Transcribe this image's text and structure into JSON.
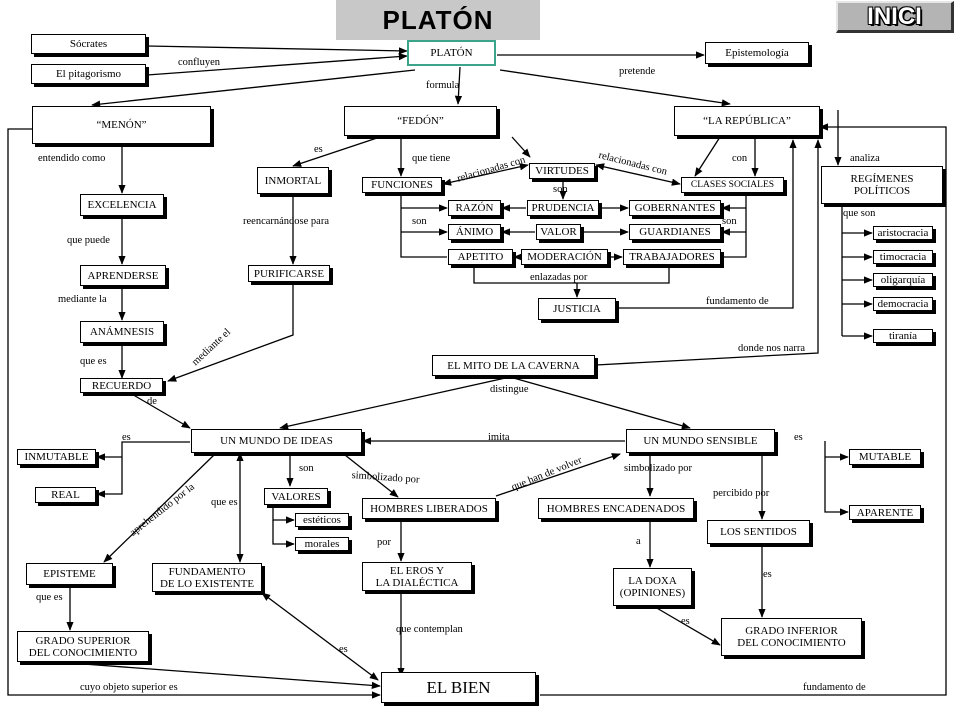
{
  "header": {
    "title": "PLATÓN",
    "inici_label": "INICI"
  },
  "nodes": {
    "socrates": "Sócrates",
    "pitagorismo": "El pitagorismo",
    "platon": "PLATÓN",
    "epistemologia": "Epistemología",
    "menon": "“MENÓN”",
    "fedon": "“FEDÓN”",
    "republica": "“LA REPÚBLICA”",
    "excelencia": "EXCELENCIA",
    "aprenderse": "APRENDERSE",
    "anamnesis": "ANÁMNESIS",
    "recuerdo": "RECUERDO",
    "inmortal": "INMORTAL",
    "purificarse": "PURIFICARSE",
    "funciones": "FUNCIONES",
    "virtudes": "VIRTUDES",
    "clases_sociales": "CLASES SOCIALES",
    "razon": "RAZÓN",
    "prudencia": "PRUDENCIA",
    "gobernantes": "GOBERNANTES",
    "animo": "ÁNIMO",
    "valor": "VALOR",
    "guardianes": "GUARDIANES",
    "apetito": "APETITO",
    "moderacion": "MODERACIÓN",
    "trabajadores": "TRABAJADORES",
    "justicia": "JUSTICIA",
    "regimenes": "REGÍMENES\nPOLÍTICOS",
    "aristocracia": "aristocracia",
    "timocracia": "timocracia",
    "oligarquia": "oligarquía",
    "democracia": "democracia",
    "tirania": "tiranía",
    "mito_caverna": "EL MITO DE LA CAVERNA",
    "mundo_ideas": "UN MUNDO DE IDEAS",
    "mundo_sensible": "UN MUNDO SENSIBLE",
    "inmutable": "INMUTABLE",
    "real": "REAL",
    "mutable": "MUTABLE",
    "aparente": "APARENTE",
    "valores": "VALORES",
    "esteticos": "estéticos",
    "morales": "morales",
    "hombres_liberados": "HOMBRES LIBERADOS",
    "hombres_encadenados": "HOMBRES ENCADENADOS",
    "los_sentidos": "LOS SENTIDOS",
    "episteme": "EPISTEME",
    "fundamento_existente": "FUNDAMENTO\nDE LO EXISTENTE",
    "eros_dialectica": "EL EROS Y\nLA DIALÉCTICA",
    "doxa": "LA DOXA\n(OPINIONES)",
    "grado_superior": "GRADO SUPERIOR\nDEL CONOCIMIENTO",
    "grado_inferior": "GRADO INFERIOR\nDEL CONOCIMIENTO",
    "el_bien": "EL BIEN"
  },
  "labels": {
    "confluyen": "confluyen",
    "formula": "formula",
    "pretende": "pretende",
    "entendido_como": "entendido como",
    "es_fedon": "es",
    "que_tiene": "que tiene",
    "relacionadas_con_1": "relacionadas con",
    "relacionadas_con_2": "relacionadas con",
    "con": "con",
    "analiza": "analiza",
    "son_virtudes": "son",
    "que_son": "que son",
    "que_puede": "que puede",
    "reencarnandose": "reencarnándose para",
    "son_left": "son",
    "son_right": "son",
    "enlazadas_por": "enlazadas por",
    "fundamento_de_just": "fundamento de",
    "mediante_la": "mediante la",
    "mediante_el": "mediante el",
    "que_es_anam": "que es",
    "donde_nos_narra": "donde nos narra",
    "de": "de",
    "distingue": "distingue",
    "es_left": "es",
    "imita": "imita",
    "es_right": "es",
    "son_valores": "son",
    "simbolizado_por_1": "simbolizado por",
    "que_han_de_volver": "que han de volver",
    "simbolizado_por_2": "simbolizado por",
    "aprehendido_por_la": "aprehendido por la",
    "que_es_fund": "que es",
    "percibido_por": "percibido por",
    "por": "por",
    "a": "a",
    "es_sentidos": "es",
    "que_es_epi": "que es",
    "que_contemplan": "que contemplan",
    "es_doxa": "es",
    "es_fund_bien": "es",
    "cuyo_objeto": "cuyo objeto superior es",
    "fundamento_de_bien": "fundamento de"
  }
}
